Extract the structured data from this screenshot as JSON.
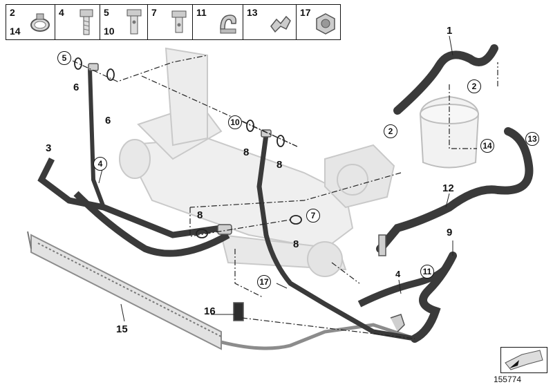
{
  "legend": [
    {
      "top": "2",
      "bottom": "14",
      "icon": "hose-clamp-icon"
    },
    {
      "top": "4",
      "bottom": "",
      "icon": "hex-bolt-icon"
    },
    {
      "top": "5",
      "bottom": "10",
      "icon": "banjo-bolt-icon"
    },
    {
      "top": "7",
      "bottom": "",
      "icon": "hollow-bolt-icon"
    },
    {
      "top": "11",
      "bottom": "",
      "icon": "hose-bracket-icon"
    },
    {
      "top": "13",
      "bottom": "",
      "icon": "spring-clip-icon"
    },
    {
      "top": "17",
      "bottom": "",
      "icon": "hex-nut-icon"
    }
  ],
  "labels": {
    "l1": "1",
    "l3": "3",
    "l6a": "6",
    "l6b": "6",
    "l8a": "8",
    "l8b": "8",
    "l8c": "8",
    "l8d": "8",
    "l9": "9",
    "l12": "12",
    "l15": "15",
    "l16": "16"
  },
  "circled": {
    "c2a": "2",
    "c2b": "2",
    "c4a": "4",
    "c5": "5",
    "c7": "7",
    "c10": "10",
    "c11": "11",
    "c13": "13",
    "c14": "14",
    "c17": "17"
  },
  "plain4": "4",
  "figure_number": "155774",
  "colors": {
    "ink": "#111111",
    "hose": "#3a3a3a",
    "metal": "#8c8c8c",
    "ghost": "#c9c9c9"
  }
}
